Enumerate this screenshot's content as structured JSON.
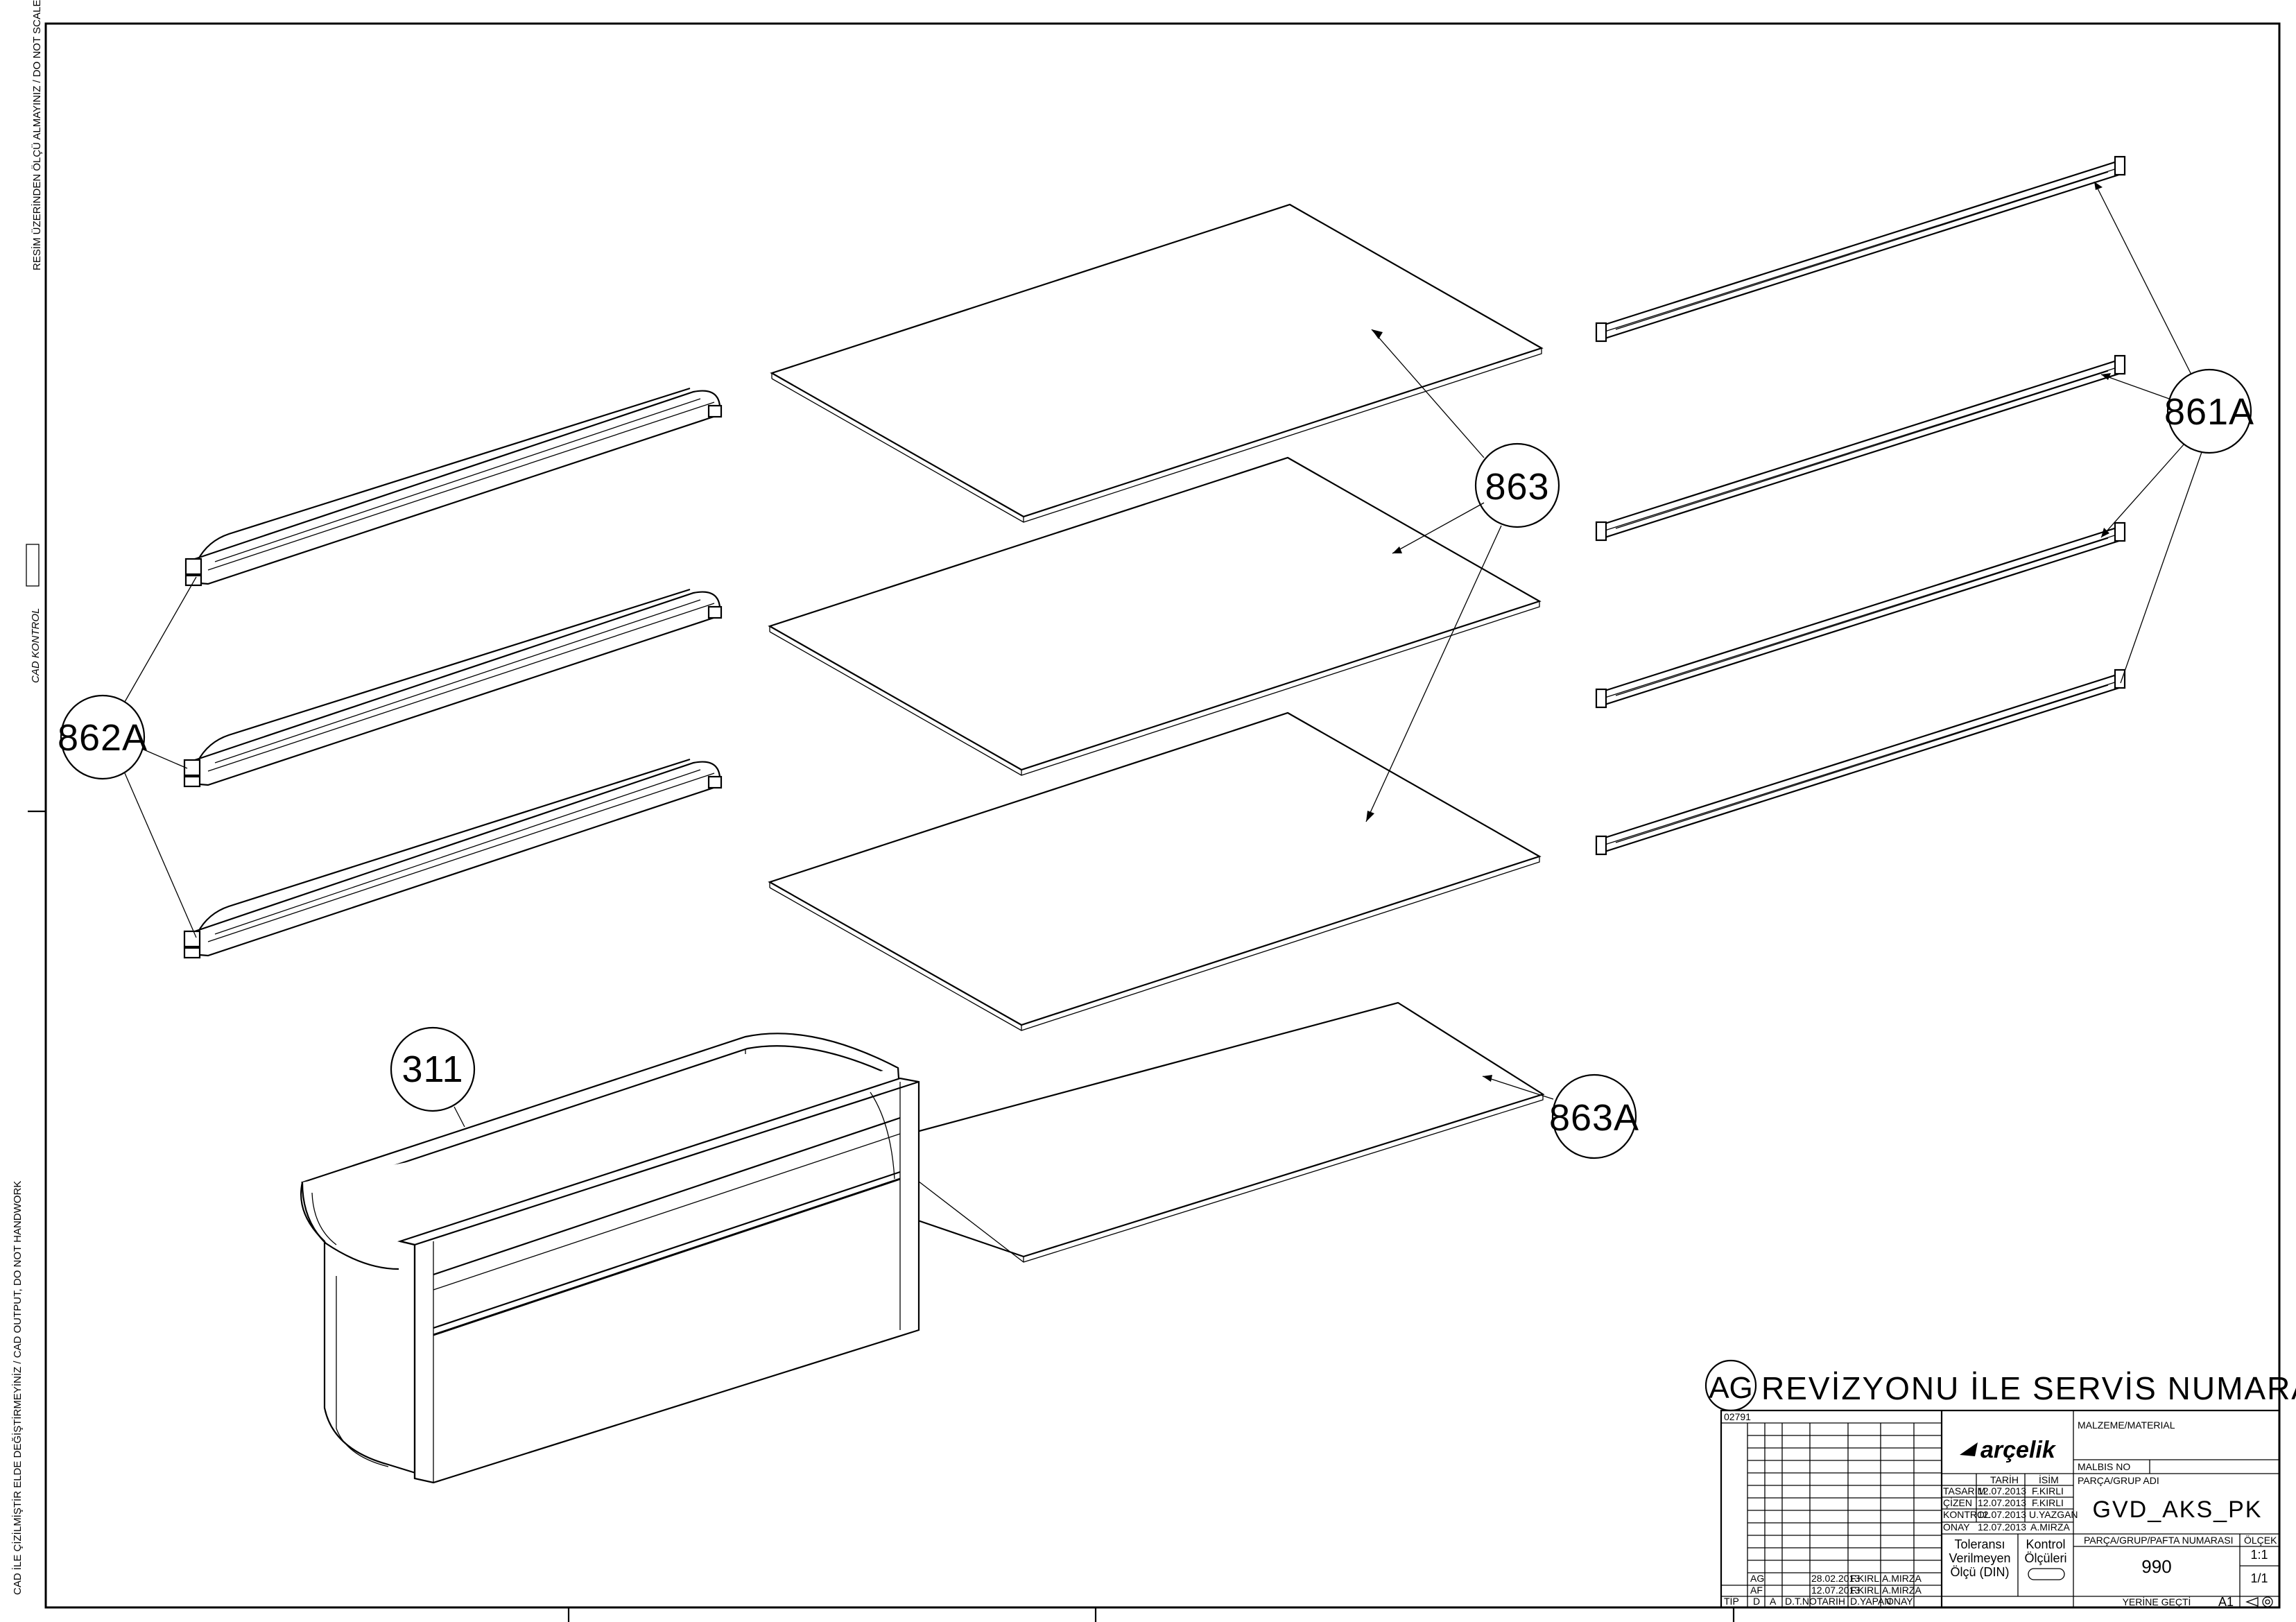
{
  "margin_notes": {
    "top_left": "RESİM ÜZERİNDEN ÖLÇÜ ALMAYINIZ / DO NOT SCALE",
    "cad_kontrol": "CAD KONTROL",
    "bottom_left": "CAD İLE ÇİZİLMİŞTİR ELDE DEĞİŞTİRMEYİNİZ / CAD OUTPUT, DO NOT HANDWORK"
  },
  "callouts": {
    "c861a": "861A",
    "c862a": "862A",
    "c863": "863",
    "c863a": "863A",
    "c311": "311"
  },
  "revision_note": {
    "rev": "AG",
    "text": "REVİZYONU İLE SERVİS NUMARALINDA DEĞİŞİKLİK"
  },
  "title_block": {
    "sheet_code": "02791",
    "brand": "arçelik",
    "material_label": "MALZEME/MATERIAL",
    "malbis_label": "MALBIS NO",
    "part_group_label": "PARÇA/GRUP ADI",
    "part_name": "GVD_AKS_PK",
    "part_number_label": "PARÇA/GRUP/PAFTA NUMARASI",
    "part_number": "990",
    "scale_label": "ÖLÇEK",
    "scale": "1:1",
    "sheet": "1/1",
    "replaces_label": "YERİNE GEÇTİ",
    "size": "A1",
    "date_header": "TARİH",
    "name_header": "İSİM",
    "approvals": [
      {
        "role": "TASARIM",
        "date": "12.07.2013",
        "name": "F.KIRLI"
      },
      {
        "role": "ÇİZEN",
        "date": "12.07.2013",
        "name": "F.KIRLI"
      },
      {
        "role": "KONTROL",
        "date": "12.07.2013",
        "name": "U.YAZGAN"
      },
      {
        "role": "ONAY",
        "date": "12.07.2013",
        "name": "A.MIRZA"
      }
    ],
    "tolerance_text": [
      "Toleransı",
      "Verilmeyen",
      "Ölçü (DIN)"
    ],
    "control_text": [
      "Kontrol",
      "Ölçüleri"
    ],
    "revisions": [
      {
        "rev": "AG",
        "date": "28.02.2013",
        "by": "F.KIRLI",
        "approved": "A.MIRZA"
      },
      {
        "rev": "AF",
        "date": "12.07.2013",
        "by": "F.KIRLI",
        "approved": "A.MIRZA"
      }
    ],
    "footer": [
      "TİP",
      "D",
      "A",
      "D.T.NO",
      "TARİH",
      "D.YAPAN",
      "ONAY"
    ]
  }
}
